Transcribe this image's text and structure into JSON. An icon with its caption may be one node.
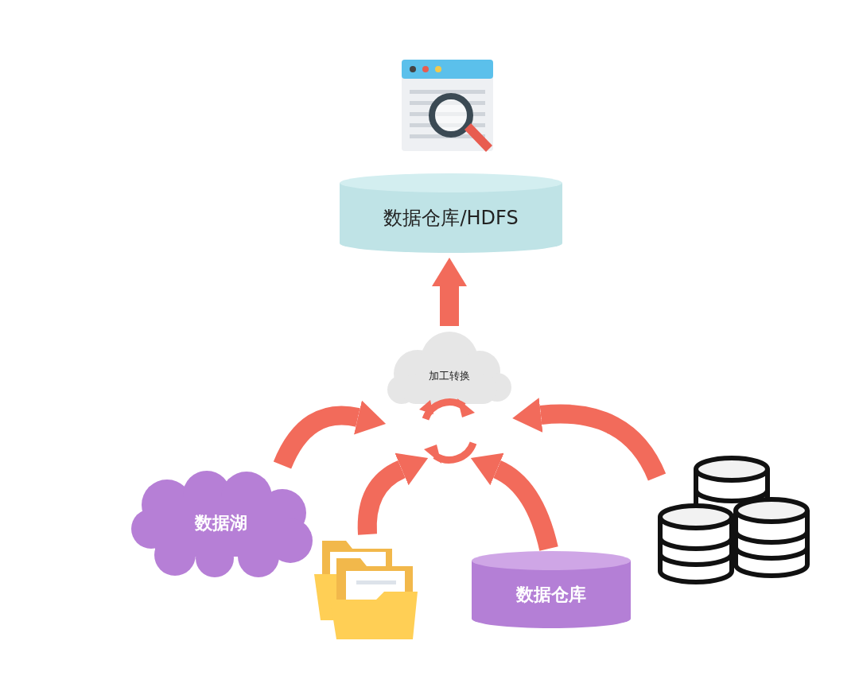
{
  "diagram": {
    "nodes": [
      {
        "text": [],
        "shape": "picture"
      },
      {
        "text": [
          "数据仓库/HDFS"
        ]
      },
      {
        "text": [
          "加工转换"
        ]
      },
      {
        "text": [
          "数据湖"
        ]
      },
      {
        "text": [],
        "shape": "picture"
      },
      {
        "text": [
          "数据仓库"
        ]
      },
      {
        "text": [],
        "shape": "picture"
      }
    ],
    "edges": [
      {
        "from": 2,
        "to": 1,
        "arrow": "to"
      },
      {
        "from": 3,
        "to": 2,
        "arrow": "to"
      },
      {
        "from": 4,
        "to": 2,
        "arrow": "to"
      },
      {
        "from": 5,
        "to": 2,
        "arrow": "to"
      },
      {
        "from": 6,
        "to": 2,
        "arrow": "to"
      }
    ]
  }
}
